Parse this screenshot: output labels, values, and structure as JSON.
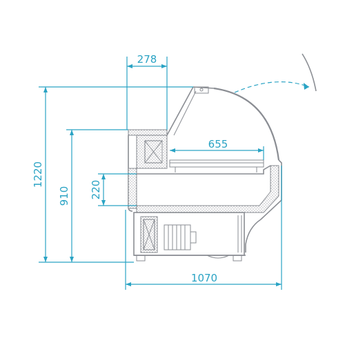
{
  "dimensions": {
    "depth_top": "278",
    "shelf_depth": "655",
    "height_total": "1220",
    "height_counter": "910",
    "height_tray": "220",
    "width_total": "1070"
  }
}
